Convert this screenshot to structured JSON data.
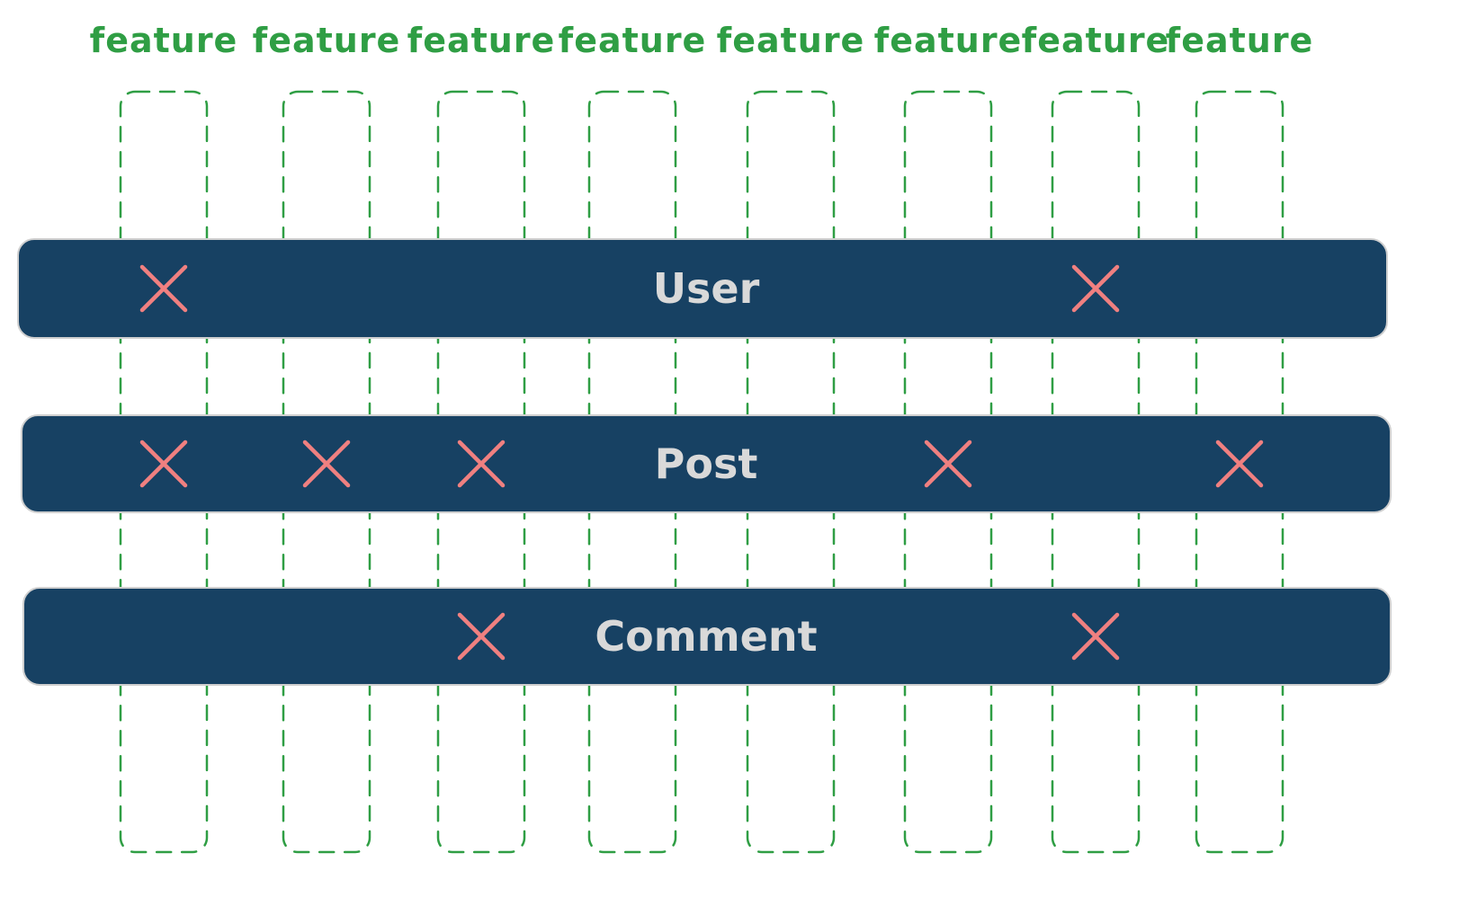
{
  "colors": {
    "feature_green": "#2f9e44",
    "bar_navy": "#174163",
    "bar_text": "#d9d9d9",
    "mark_red": "#f08080"
  },
  "features": [
    "feature",
    "feature",
    "feature",
    "feature",
    "feature",
    "feature",
    "feature",
    "feature"
  ],
  "entities": [
    {
      "label": "User",
      "marked_columns": [
        1,
        7
      ]
    },
    {
      "label": "Post",
      "marked_columns": [
        1,
        2,
        3,
        6,
        8
      ]
    },
    {
      "label": "Comment",
      "marked_columns": [
        3,
        7
      ]
    }
  ],
  "mark_icon": "cross-icon"
}
